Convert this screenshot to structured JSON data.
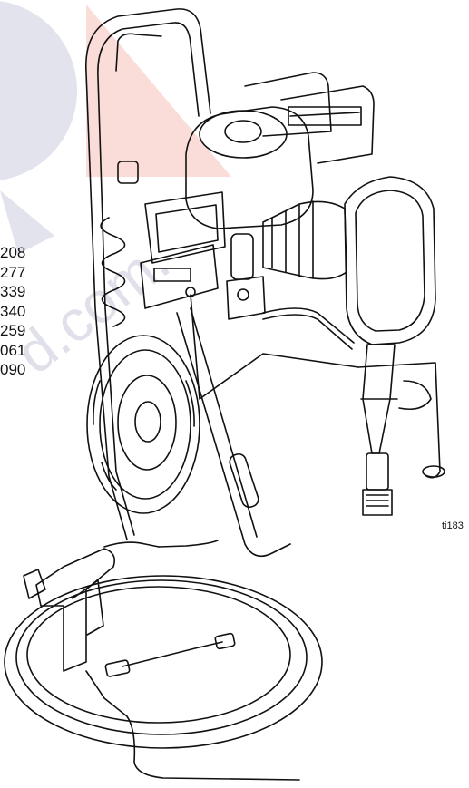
{
  "figure_ref": "ti183",
  "part_numbers": [
    "208",
    "277",
    "339",
    "340",
    "259",
    "061",
    "090"
  ]
}
